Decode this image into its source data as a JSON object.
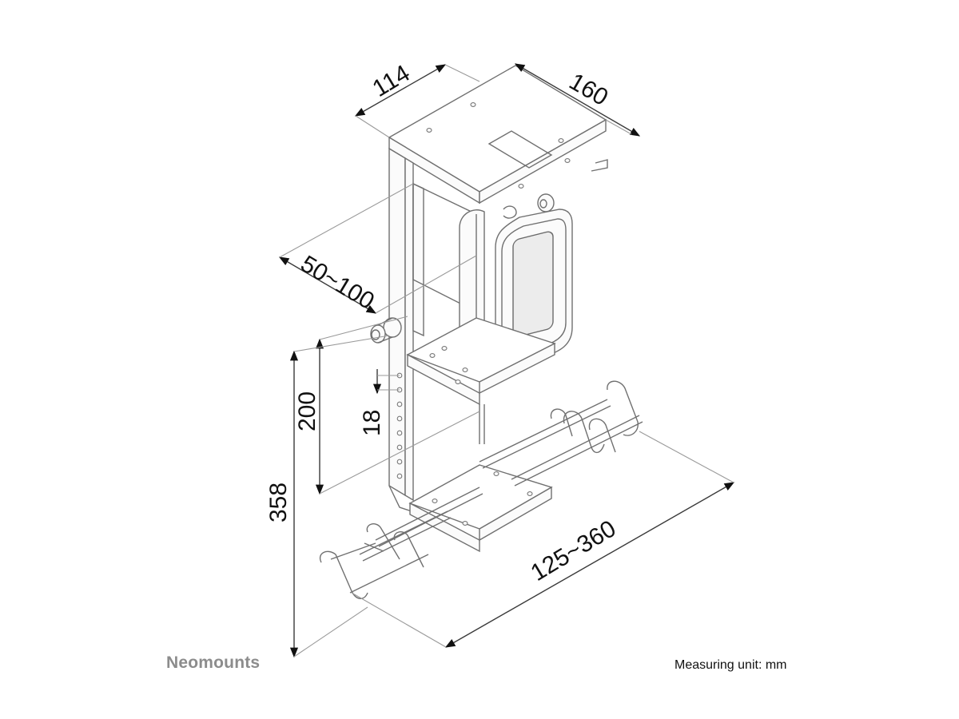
{
  "dimensions": {
    "top_depth": "114",
    "top_width": "160",
    "clamp_range": "50~100",
    "shelf_height": "200",
    "hole_pitch": "18",
    "total_height": "358",
    "base_range": "125~360"
  },
  "brand": "Neomounts",
  "measuring_unit": "Measuring unit: mm"
}
